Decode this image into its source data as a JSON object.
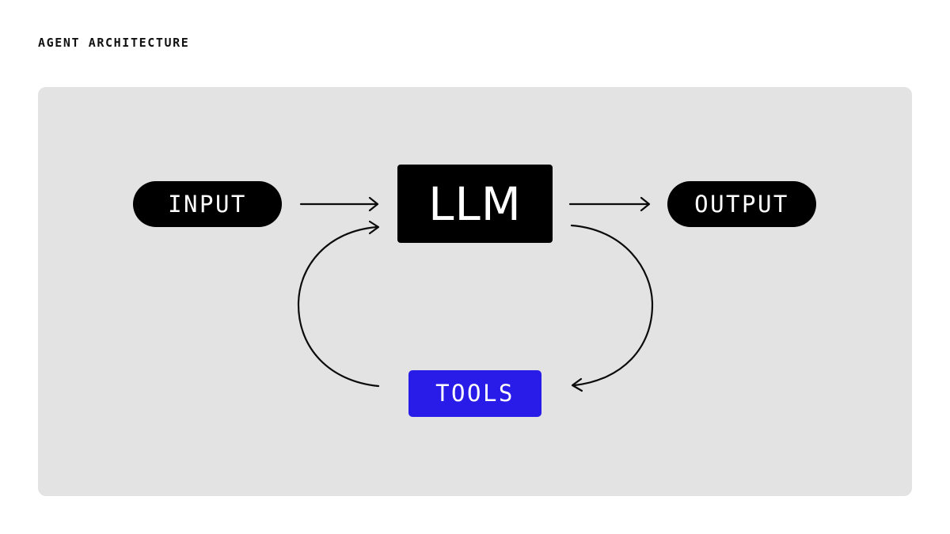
{
  "page": {
    "title": "AGENT ARCHITECTURE",
    "background_color": "#ffffff",
    "panel_color": "#e3e3e3",
    "accent_color": "#2a1ce8",
    "node_color": "#000000",
    "node_text_color": "#ffffff",
    "connector_color": "#0b0b0b"
  },
  "diagram": {
    "type": "flow-diagram",
    "nodes": [
      {
        "id": "input",
        "label": "INPUT",
        "shape": "pill",
        "fill": "#000000",
        "text_color": "#ffffff"
      },
      {
        "id": "llm",
        "label": "LLM",
        "shape": "rounded-rect",
        "fill": "#000000",
        "text_color": "#ffffff"
      },
      {
        "id": "output",
        "label": "OUTPUT",
        "shape": "pill",
        "fill": "#000000",
        "text_color": "#ffffff"
      },
      {
        "id": "tools",
        "label": "TOOLS",
        "shape": "rounded-rect",
        "fill": "#2a1ce8",
        "text_color": "#ffffff"
      }
    ],
    "edges": [
      {
        "id": "input-to-llm",
        "from": "input",
        "to": "llm",
        "style": "straight",
        "direction": "forward"
      },
      {
        "id": "llm-to-output",
        "from": "llm",
        "to": "output",
        "style": "straight",
        "direction": "forward"
      },
      {
        "id": "llm-to-tools",
        "from": "llm",
        "to": "tools",
        "style": "curved-right",
        "direction": "forward"
      },
      {
        "id": "tools-to-llm",
        "from": "tools",
        "to": "llm",
        "style": "curved-left",
        "direction": "forward"
      }
    ]
  }
}
